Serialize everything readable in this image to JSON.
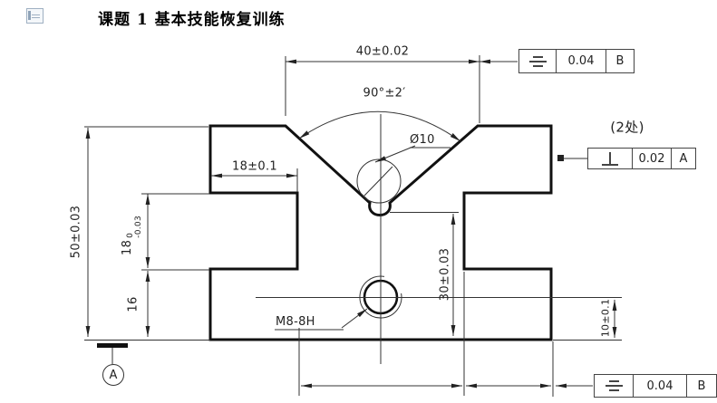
{
  "page": {
    "title": "课题 1  基本技能恢复训练"
  },
  "drawing": {
    "dimensions": {
      "top_width": "40±0.02",
      "v_angle": "90°±2′",
      "v_circle": "Ø10",
      "step_depth": "18±0.1",
      "total_height": "50±0.03",
      "groove_height": "18",
      "groove_tol_upper": "0",
      "groove_tol_lower": "-0.03",
      "base_height": "16",
      "thread_spec": "M8-8H",
      "v_to_base": "30±0.03",
      "hole_to_base": "10±0.1"
    },
    "annotations": {
      "places_note": "(2处)"
    },
    "frames": {
      "top_symmetry": {
        "symbol": "symmetry-icon",
        "tolerance": "0.04",
        "datum": "B"
      },
      "perpendicularity": {
        "symbol": "perpendicularity-icon",
        "tolerance": "0.02",
        "datum": "A"
      },
      "bottom_symmetry": {
        "symbol": "symmetry-icon",
        "tolerance": "0.04",
        "datum": "B"
      }
    },
    "datums": {
      "a_label": "A"
    },
    "colors": {
      "outline": "#111111",
      "thin_line": "#3a3a3a",
      "text": "#222222"
    }
  }
}
